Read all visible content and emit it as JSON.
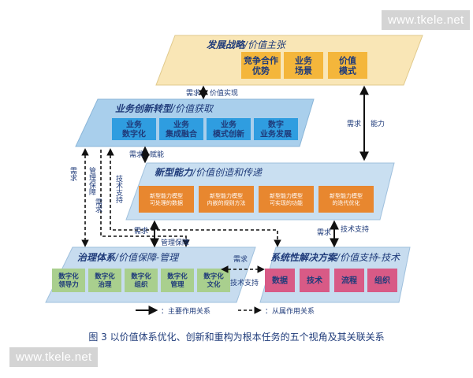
{
  "watermarks": {
    "top": "www.tkele.net",
    "bottom": "www.tkele.net"
  },
  "caption": "图 3   以价值体系优化、创新和重构为根本任务的五个视角及其关联关系",
  "layers": {
    "strategy": {
      "title": "发展战略",
      "subtitle": "/价值主张",
      "items": [
        "竞争合作\n优势",
        "业务\n场景",
        "价值\n模式"
      ]
    },
    "business": {
      "title": "业务创新转型",
      "subtitle": "/价值获取",
      "items": [
        "业务\n数字化",
        "业务\n集成融合",
        "业务\n模式创新",
        "数字\n业务发展"
      ]
    },
    "capability": {
      "title": "新型能力",
      "subtitle": "/价值创造和传递",
      "items": [
        "新型能力模型\n可处理的数据",
        "新型能力模型\n内嵌的规则方法",
        "新型能力模型\n可实现的功能",
        "新型能力模型\n的迭代优化"
      ]
    },
    "governance": {
      "title": "治理体系",
      "subtitle": "/价值保障-管理",
      "items": [
        "数字化\n领导力",
        "数字化\n治理",
        "数字化\n组织",
        "数字化\n管理",
        "数字化\n文化"
      ]
    },
    "solution": {
      "title": "系统性解决方案",
      "subtitle": "/价值支持-技术",
      "items": [
        "数据",
        "技术",
        "流程",
        "组织"
      ]
    }
  },
  "relations": {
    "demand": "需求",
    "value_realize": "价值实现",
    "capability": "能力",
    "empower": "赋能",
    "mgmt_support": "管理保障",
    "tech_support": "技术支持"
  },
  "legend": {
    "main": "主要作用关系",
    "secondary": "从属作用关系"
  },
  "colors": {
    "strategy_bg": "#f9e6b6",
    "strategy_item": "#f4b63b",
    "business_bg": "#a9cfec",
    "business_item": "#2f9de0",
    "capability_bg": "#c9dff1",
    "capability_item": "#e8872f",
    "governance_bg": "#c7dcef",
    "governance_item": "#a9cf8e",
    "solution_bg": "#c7dcef",
    "solution_item": "#d85a86",
    "title": "#1f3b7a",
    "arrow": "#111111"
  }
}
